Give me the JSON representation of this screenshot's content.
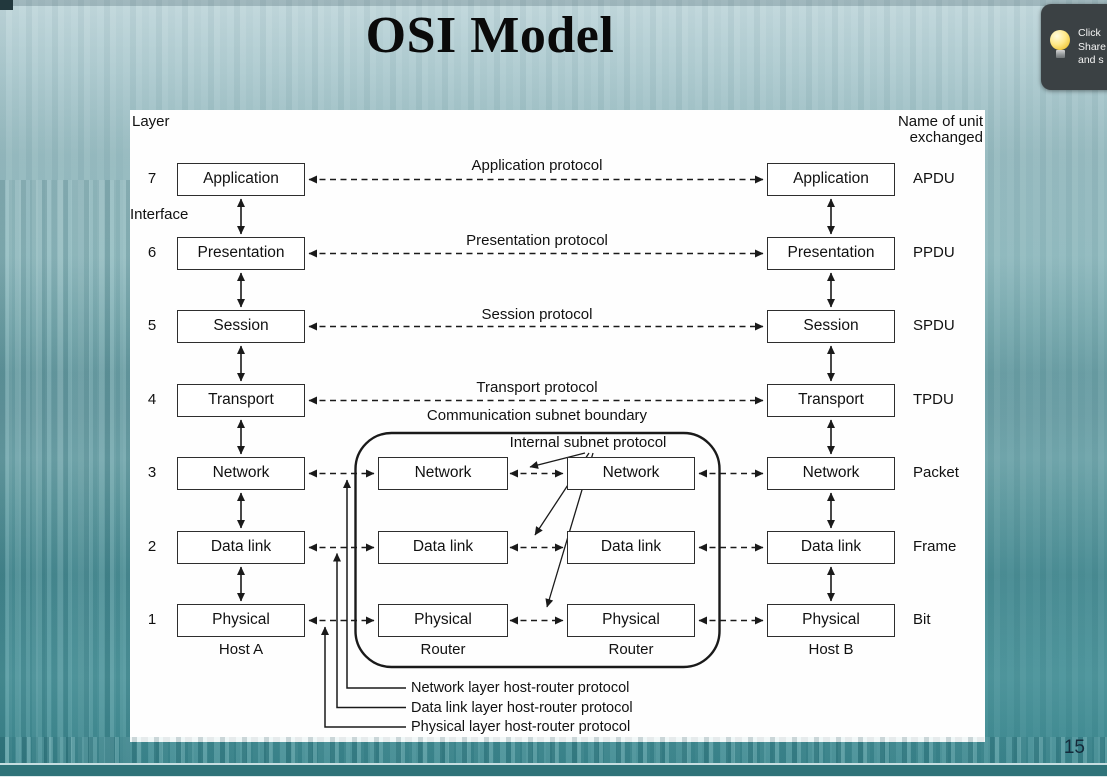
{
  "slide": {
    "title": "OSI Model",
    "page_number": "15"
  },
  "notification": {
    "lines": [
      "Click",
      "Share",
      "and s"
    ]
  },
  "diagram": {
    "layer_header": "Layer",
    "unit_header_line1": "Name of unit",
    "unit_header_line2": "exchanged",
    "interface_label": "Interface",
    "layer_numbers": [
      "7",
      "6",
      "5",
      "4",
      "3",
      "2",
      "1"
    ],
    "host_a": {
      "caption": "Host A",
      "layers": [
        "Application",
        "Presentation",
        "Session",
        "Transport",
        "Network",
        "Data link",
        "Physical"
      ]
    },
    "host_b": {
      "caption": "Host B",
      "layers": [
        "Application",
        "Presentation",
        "Session",
        "Transport",
        "Network",
        "Data link",
        "Physical"
      ]
    },
    "router_1": {
      "caption": "Router",
      "layers": [
        "Network",
        "Data link",
        "Physical"
      ]
    },
    "router_2": {
      "caption": "Router",
      "layers": [
        "Network",
        "Data link",
        "Physical"
      ]
    },
    "units": [
      "APDU",
      "PPDU",
      "SPDU",
      "TPDU",
      "Packet",
      "Frame",
      "Bit"
    ],
    "protocol_labels": [
      "Application protocol",
      "Presentation protocol",
      "Session protocol",
      "Transport protocol"
    ],
    "subnet_boundary_label": "Communication subnet boundary",
    "internal_subnet_label": "Internal subnet protocol",
    "host_router_callouts": [
      "Network layer host-router protocol",
      "Data link layer host-router protocol",
      "Physical layer host-router protocol"
    ]
  },
  "colors": {
    "background_teal": "#4f959c",
    "bottom_bar": "#2f7379",
    "notification_bg": "#3b4144",
    "bulb_yellow": "#f0c83c"
  }
}
